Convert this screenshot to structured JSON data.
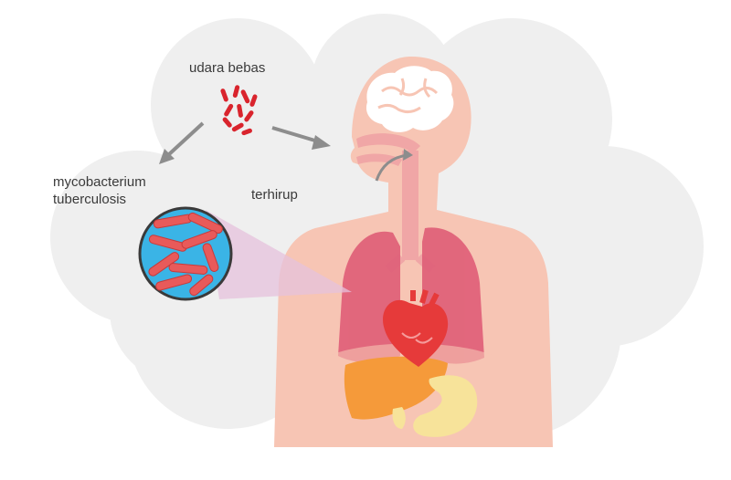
{
  "labels": {
    "free_air": "udara bebas",
    "bacterium_line1": "mycobacterium",
    "bacterium_line2": "tuberculosis",
    "inhaled": "terhirup"
  },
  "colors": {
    "cloud": "#efefef",
    "skin": "#f7c5b4",
    "lungs": "#e0627a",
    "heart": "#e63a3a",
    "liver": "#f59a3a",
    "stomach": "#f7e39a",
    "bacteria": "#d9242d",
    "magnifier_bg": "#3ab4e6",
    "arrow": "#8d8d8d"
  }
}
